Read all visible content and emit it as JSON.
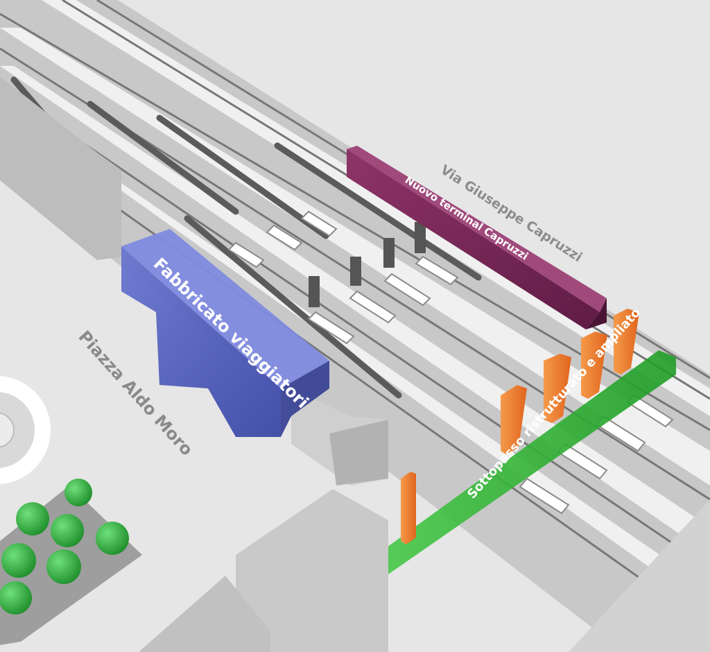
{
  "labels": {
    "terminal": "Nuovo terminal Capruzzi",
    "street": "Via Giuseppe Capruzzi",
    "building": "Fabbricato viaggiatori",
    "square": "Piazza Aldo Moro",
    "underpass": "Sottopasso ristrutturato e ampliato"
  },
  "colors": {
    "ground": "#e6e6e6",
    "track_bed": "#c7c7c7",
    "rail": "#6e6e6e",
    "platform": "#efefef",
    "terminal": "#7a2758",
    "building": "#4a57b4",
    "underpass": "#2fb62f",
    "exits": "#f07a2a",
    "trees": "#2fae3c"
  }
}
